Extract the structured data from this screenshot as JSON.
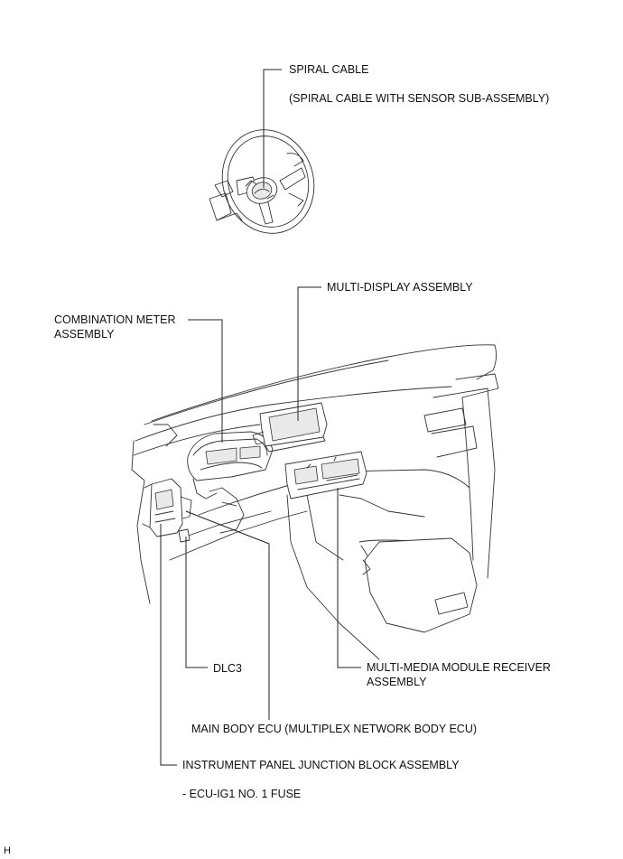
{
  "labels": {
    "spiral_cable": "SPIRAL CABLE",
    "spiral_cable_sub": "(SPIRAL CABLE WITH SENSOR SUB-ASSEMBLY)",
    "multi_display": "MULTI-DISPLAY ASSEMBLY",
    "combination_meter_line1": "COMBINATION METER",
    "combination_meter_line2": "ASSEMBLY",
    "dlc3": "DLC3",
    "multimedia_line1": "MULTI-MEDIA MODULE RECEIVER",
    "multimedia_line2": "ASSEMBLY",
    "main_body_ecu": "MAIN BODY ECU (MULTIPLEX NETWORK BODY ECU)",
    "junction_block": "INSTRUMENT PANEL JUNCTION BLOCK ASSEMBLY",
    "fuse": "- ECU-IG1 NO. 1 FUSE",
    "corner_mark": "H"
  }
}
